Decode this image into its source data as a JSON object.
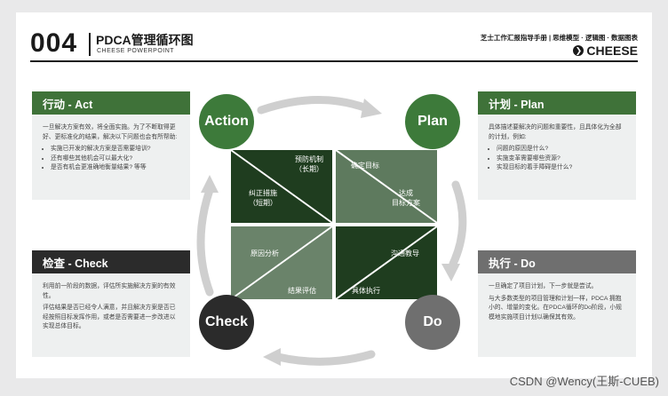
{
  "header": {
    "number": "004",
    "title": "PDCA管理循环图",
    "subtitle": "CHEESE POWERPOINT",
    "right_text": "芝士工作汇报指导手册 | 思维模型 · 逻辑图 · 数据图表",
    "logo_text": "CHEESE"
  },
  "cards": {
    "act": {
      "title": "行动 - Act",
      "para": "一旦解决方案有效，将全面实施。为了不断取得更好、更标准化的结果，解决以下问题也会有所帮助:",
      "items": [
        "实施已开发的解决方案是否需要培训?",
        "还有哪些其他机会可以最大化?",
        "是否有机会更准确地衡量结果? 等等"
      ]
    },
    "plan": {
      "title": "计划 - Plan",
      "para": "具体描述要解决的问题和重要性，且具体化为全部的计划，例如:",
      "items": [
        "问题的原因是什么?",
        "实施变革需要哪些资源?",
        "实现目标的着手障碍是什么?"
      ]
    },
    "check": {
      "title": "检查 - Check",
      "para1": "利用前一阶段的数据，评估所实施解决方案的有效性。",
      "para2": "评估结果是否已经令人满意，并且解决方案是否已经按照目标发挥作用，或者是否需要进一步改进以实现总体目标。"
    },
    "do": {
      "title": "执行 - Do",
      "para1": "一旦确定了项目计划，下一步就是尝试。",
      "para2": "与大多数类型的项目管理和计划一样，PDCA 拥抱小的、增量的变化。在PDCA循环的Do阶段，小规模地实施项目计划以确保其有效。"
    }
  },
  "diagram": {
    "circles": {
      "action": "Action",
      "plan": "Plan",
      "check": "Check",
      "do": "Do"
    },
    "cells": {
      "tl_upper": "预防机制\n（长期）",
      "tl_lower": "纠正措施\n（短期）",
      "tr_upper": "确定目标",
      "tr_lower": "达成\n目标方案",
      "bl_upper": "原因分析",
      "bl_lower": "结果评估",
      "br_upper": "沟通教导",
      "br_lower": "具体执行"
    }
  },
  "colors": {
    "dark_green": "#1f3d1f",
    "mid_green": "#4a6a4a",
    "grid_green": "#6a836a",
    "accent_green": "#3d7a3a",
    "header_green": "#3f7239",
    "dark_gray": "#2b2b2b",
    "gray": "#6f6f6f"
  },
  "watermark": "CSDN @Wency(王斯-CUEB)"
}
